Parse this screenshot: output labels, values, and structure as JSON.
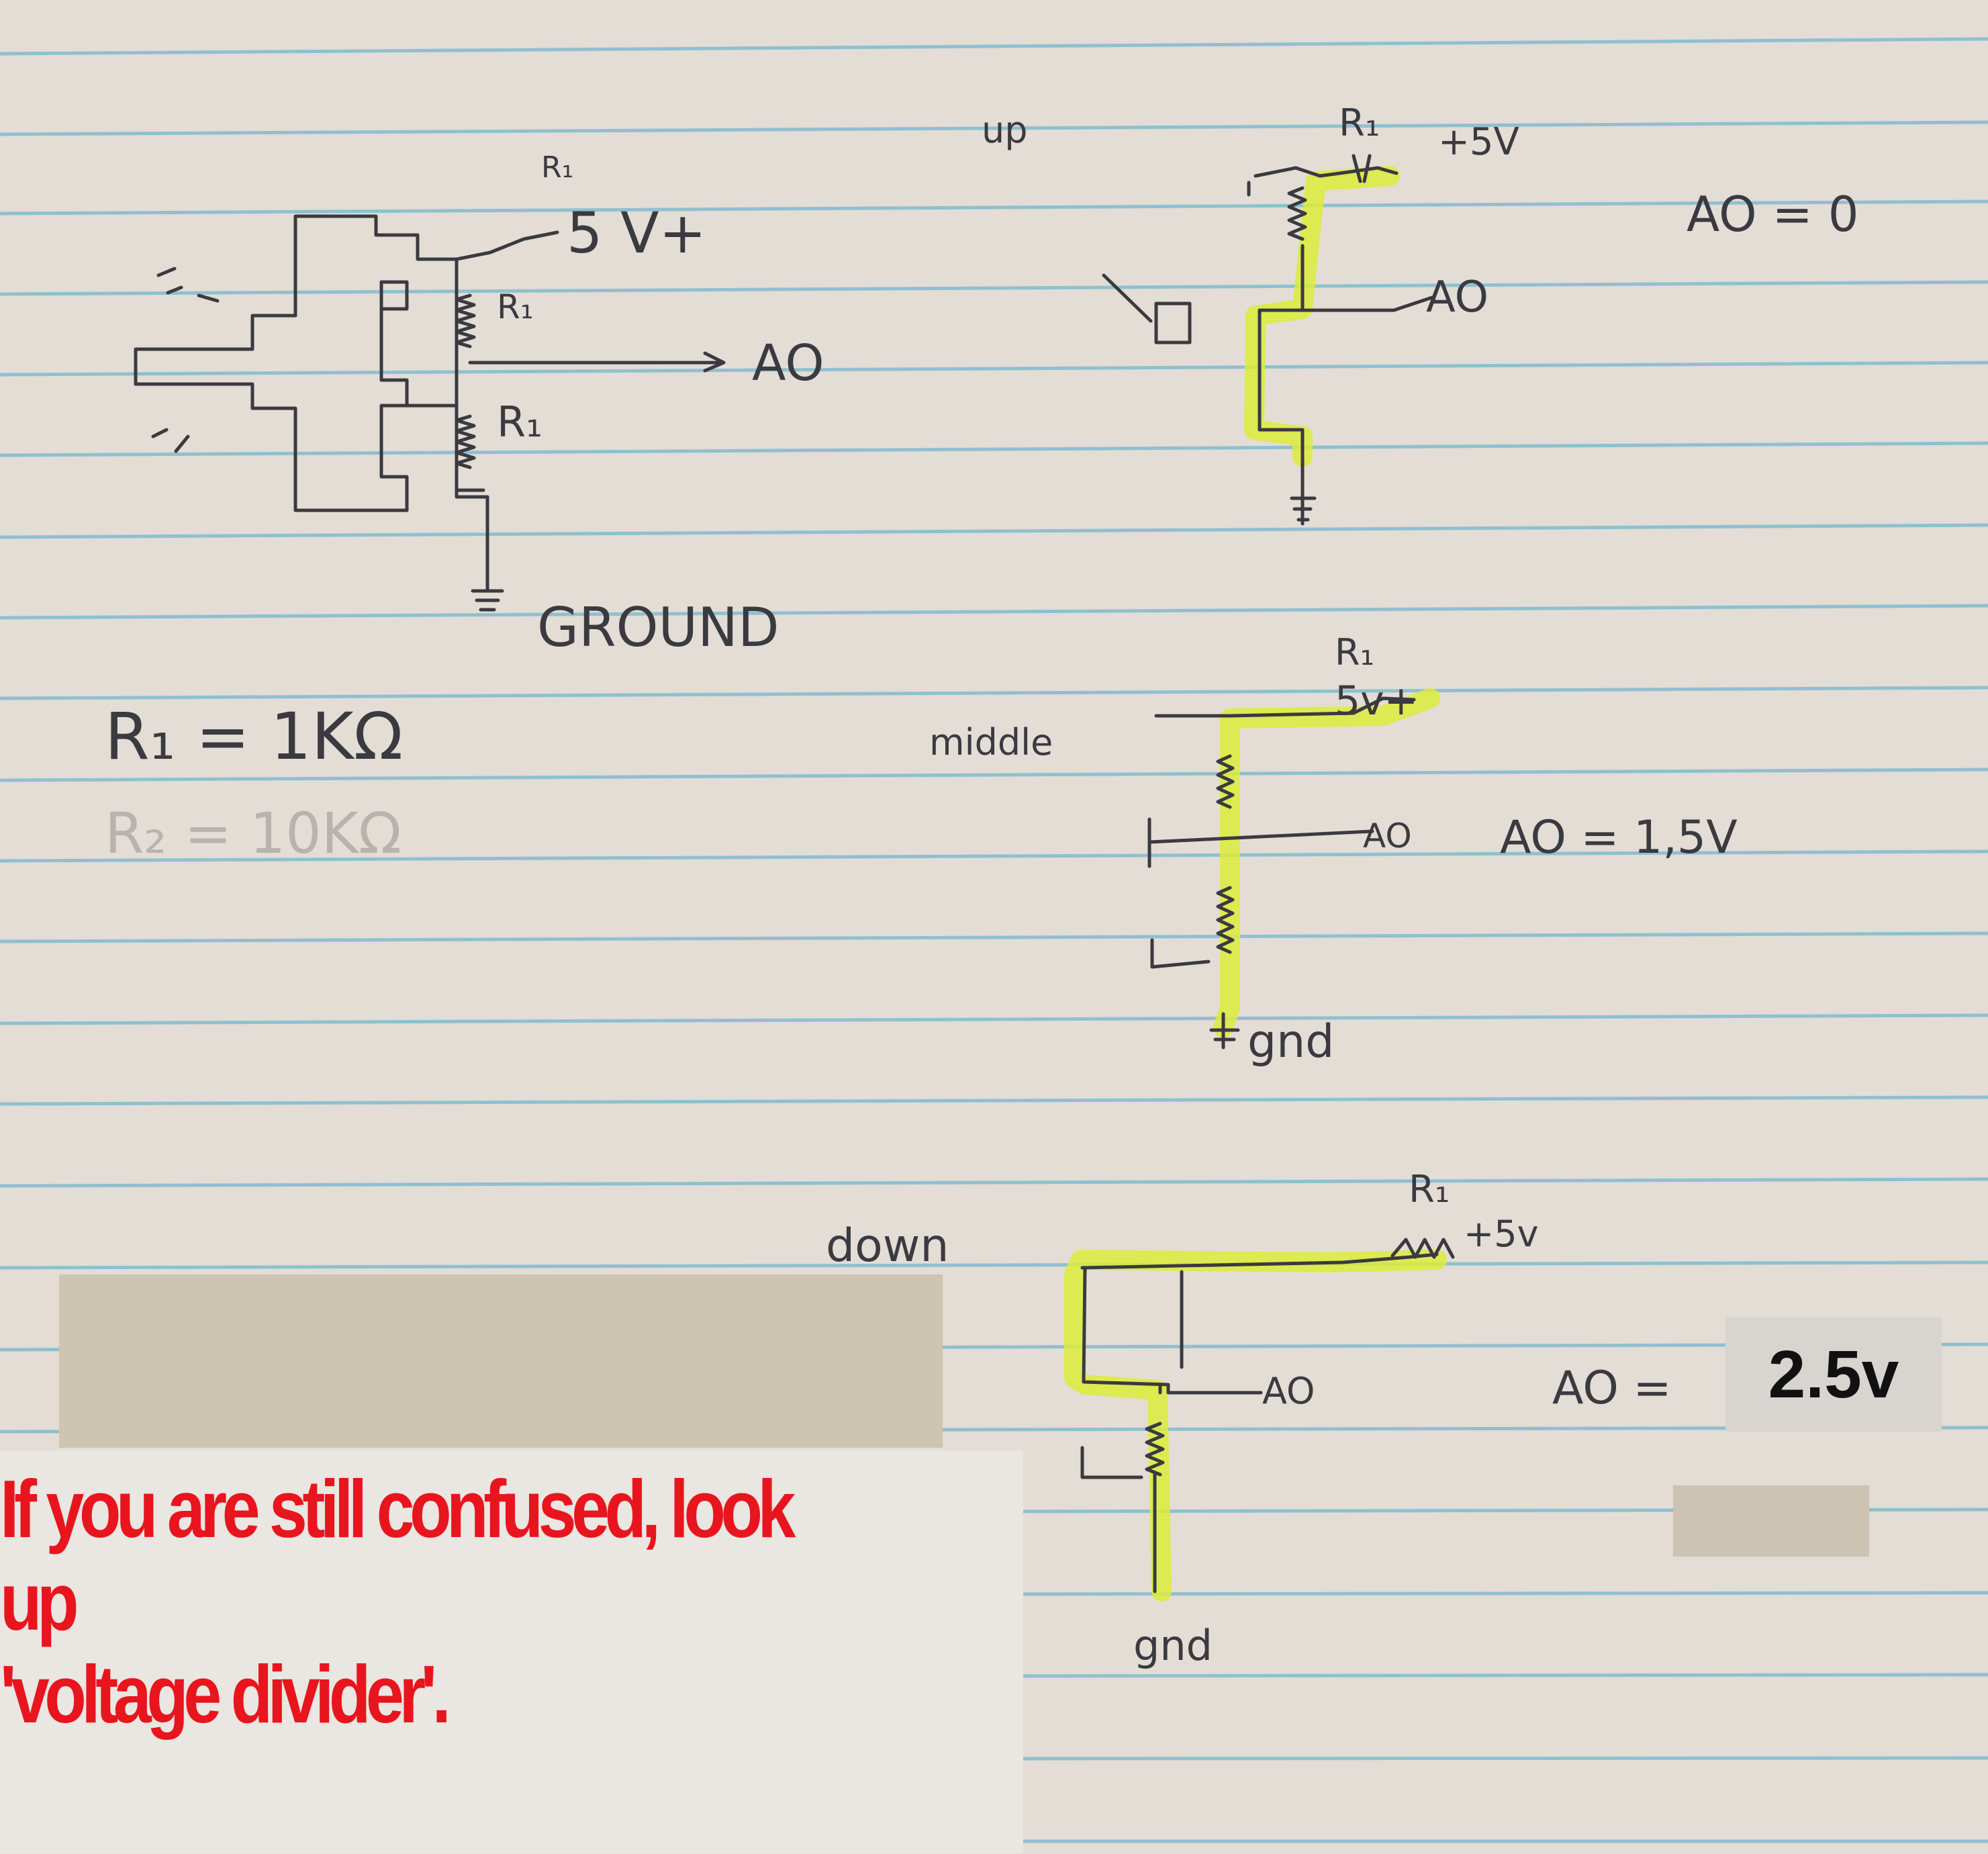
{
  "left_circuit": {
    "r_top_label": "R₁",
    "supply_label": "5 V+",
    "r_mid_label": "R₁",
    "r_bot_label": "R₁",
    "ao_label": "AO",
    "ground_label": "GROUND",
    "r1_value": "R₁ = 1KΩ",
    "r2_value": "R₂ = 10KΩ"
  },
  "up_panel": {
    "position_label": "up",
    "r_label": "R₁",
    "supply_label": "+5V",
    "ao_label": "AO",
    "result": "AO = 0"
  },
  "middle_panel": {
    "position_label": "middle",
    "r_label": "R₁",
    "supply_label": "5v+",
    "ao_label": "AO",
    "result": "AO = 1,5V",
    "gnd_label": "gnd"
  },
  "down_panel": {
    "position_label": "down",
    "r_label": "R₁",
    "supply_label": "+5v",
    "ao_label": "AO",
    "result_prefix": "AO =",
    "result_value": "2.5v",
    "gnd_label": "gnd"
  },
  "footnote": "If you are still confused, look up\n'voltage divider'.",
  "colors": {
    "paper": "#e3ddd6",
    "rule_line": "#8fc0cf",
    "highlighter": "#dcec3a",
    "footnote_red": "#e8151e"
  }
}
